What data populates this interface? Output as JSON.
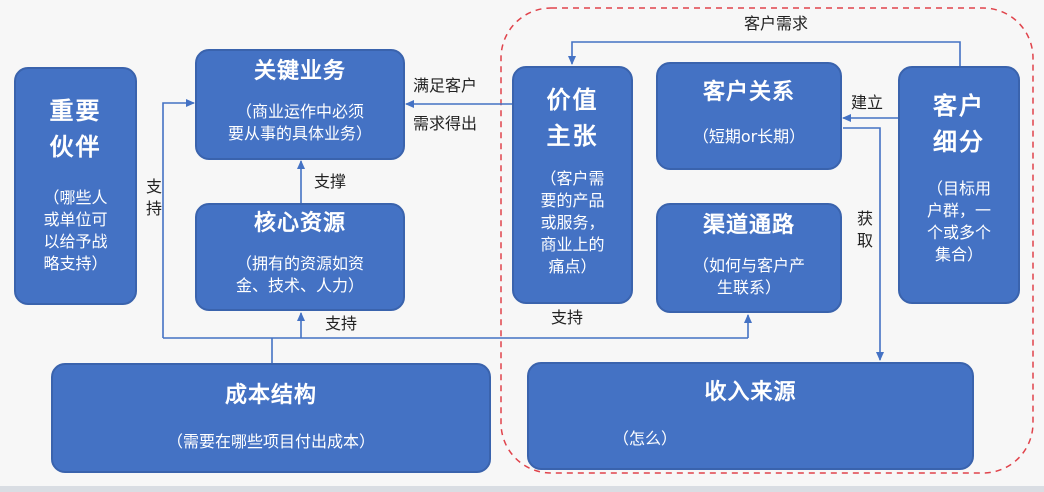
{
  "colors": {
    "box_fill": "#4472c4",
    "arrow": "#4472c4",
    "dashed_region": "#e0434b",
    "text_on_box": "#ffffff"
  },
  "blocks": {
    "key_partners": {
      "title_line1": "重要",
      "title_line2": "伙伴",
      "desc_lines": [
        "（哪些人",
        "或单位可",
        "以给予战",
        "略支持）"
      ]
    },
    "key_activities": {
      "title": "关键业务",
      "desc_lines": [
        "（商业运作中必须",
        "要从事的具体业务）"
      ]
    },
    "key_resources": {
      "title": "核心资源",
      "desc_lines": [
        "（拥有的资源如资",
        "金、技术、人力）"
      ]
    },
    "value_proposition": {
      "title_line1": "价值",
      "title_line2": "主张",
      "desc_lines": [
        "（客户需",
        "要的产品",
        "或服务，",
        "商业上的",
        "痛点）"
      ]
    },
    "customer_relationships": {
      "title": "客户关系",
      "desc": "（短期or长期）"
    },
    "channels": {
      "title": "渠道通路",
      "desc_lines": [
        "（如何与客户产",
        "生联系）"
      ]
    },
    "customer_segments": {
      "title_line1": "客户",
      "title_line2": "细分",
      "desc_lines": [
        "（目标用",
        "户群，一",
        "个或多个",
        "集合）"
      ]
    },
    "cost_structure": {
      "title": "成本结构",
      "desc": "（需要在哪些项目付出成本）"
    },
    "revenue_streams": {
      "title": "收入来源",
      "desc": "（怎么）"
    }
  },
  "arrow_labels": {
    "customer_demand": "客户需求",
    "satisfy_customer": "满足客户",
    "demand_derived": "需求得出",
    "support_resources": "支撑",
    "support_partners": "支持",
    "support_bottom_left": "支持",
    "support_bottom_right": "支持",
    "establish": "建立",
    "obtain": "获取"
  }
}
